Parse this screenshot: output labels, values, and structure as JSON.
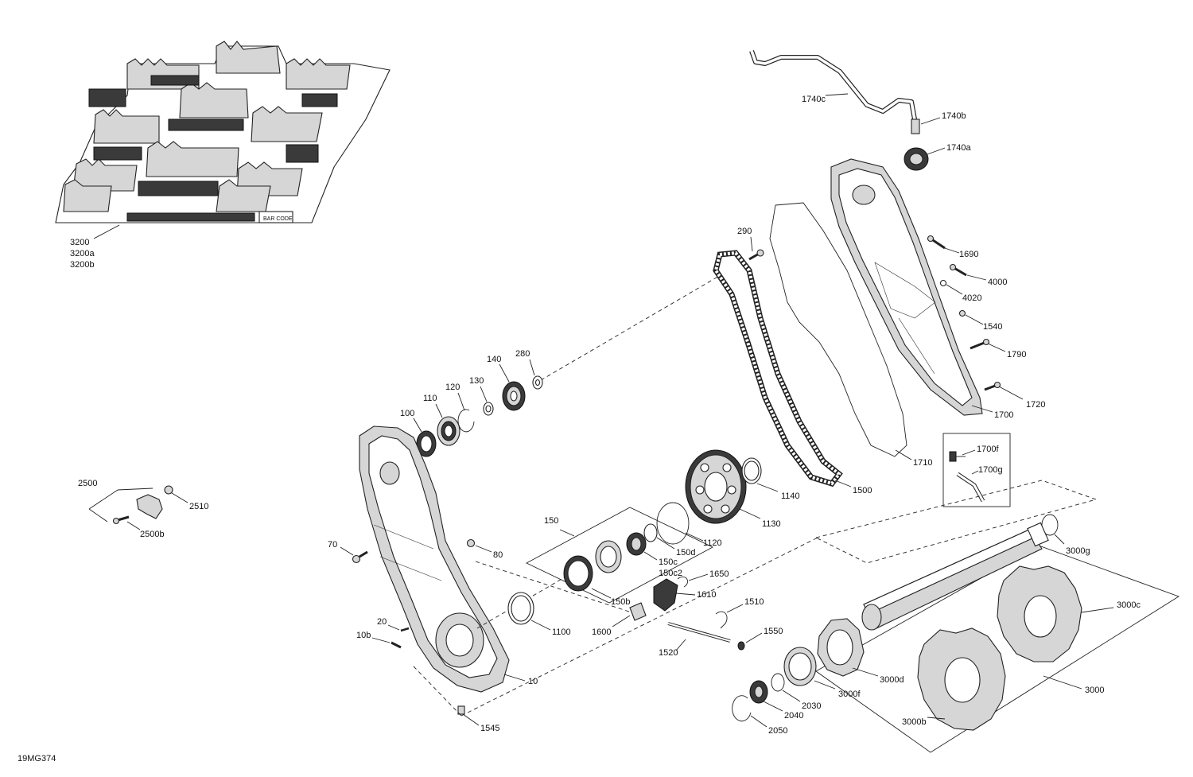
{
  "diagram_code": "19MG374",
  "labels": {
    "l3200": "3200",
    "l3200a": "3200a",
    "l3200b": "3200b",
    "l1740c": "1740c",
    "l1740b": "1740b",
    "l1740a": "1740a",
    "l290": "290",
    "l1690": "1690",
    "l4000": "4000",
    "l4020": "4020",
    "l1540": "1540",
    "l1790": "1790",
    "l1720": "1720",
    "l1700": "1700",
    "l1700f": "1700f",
    "l1700g": "1700g",
    "l1710": "1710",
    "l1500": "1500",
    "l1140": "1140",
    "l1130": "1130",
    "l1120": "1120",
    "l140": "140",
    "l280": "280",
    "l130": "130",
    "l120": "120",
    "l110": "110",
    "l100": "100",
    "l150": "150",
    "l150d": "150d",
    "l150c": "150c",
    "l150c2": "150c2",
    "l1650": "1650",
    "l1610": "1610",
    "l150b": "150b",
    "l1510": "1510",
    "l1600": "1600",
    "l1550": "1550",
    "l1520": "1520",
    "l2500": "2500",
    "l2510": "2510",
    "l2500b": "2500b",
    "l70": "70",
    "l80": "80",
    "l1100": "1100",
    "l20": "20",
    "l10b": "10b",
    "l10": "10",
    "l1545": "1545",
    "l3000g": "3000g",
    "l3000c": "3000c",
    "l3000d": "3000d",
    "l3000f": "3000f",
    "l3000": "3000",
    "l3000b": "3000b",
    "l2030": "2030",
    "l2040": "2040",
    "l2050": "2050",
    "bar_code": "BAR CODE"
  }
}
